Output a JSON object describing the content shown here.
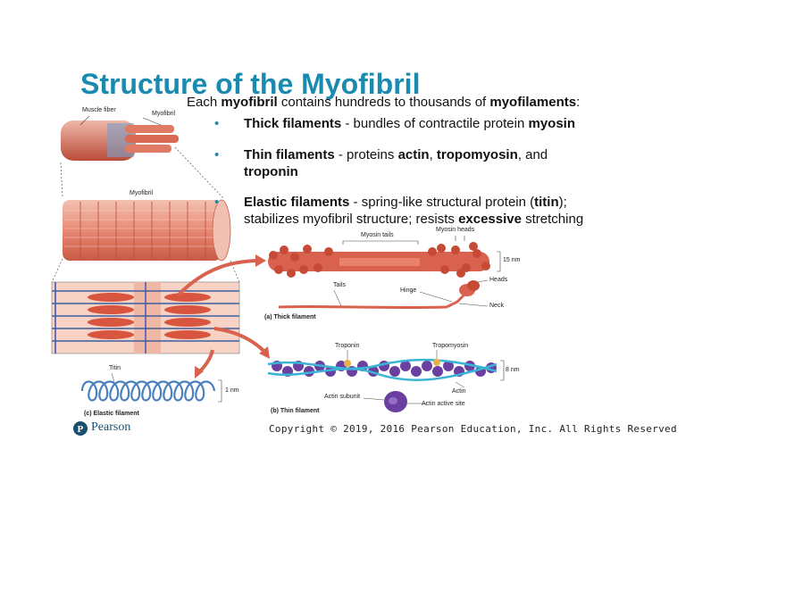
{
  "slide": {
    "title": "Structure of the Myofibril",
    "intro": {
      "pre": "Each ",
      "b1": "myofibril",
      "mid": " contains hundreds to thousands of ",
      "b2": "myofilaments",
      "post": ":"
    },
    "bullets": [
      {
        "b1": "Thick filaments",
        "t1": " - bundles of contractile protein ",
        "b2": "myosin"
      },
      {
        "b1": "Thin filaments",
        "t1": " - proteins ",
        "b2": "actin",
        "t2": ", ",
        "b3": "tropomyosin",
        "t3": ", and",
        "b4": "troponin"
      },
      {
        "b1": "Elastic filaments",
        "t1": " - spring-like structural protein (",
        "b2": "titin",
        "t2": ");",
        "line2a": "stabilizes myofibril structure; resists ",
        "b3": "excessive",
        "line2b": " stretching"
      }
    ],
    "bullet_glyph": "•"
  },
  "figure": {
    "labels": {
      "muscle_fiber": "Muscle fiber",
      "myofibril_top": "Myofibril",
      "myofibril_mid": "Myofibril",
      "myosin_tails": "Myosin tails",
      "myosin_heads": "Myosin heads",
      "thick_width": "15 nm",
      "heads": "Heads",
      "tails": "Tails",
      "hinge": "Hinge",
      "neck": "Neck",
      "thick_caption": "(a) Thick filament",
      "troponin": "Troponin",
      "tropomyosin": "Tropomyosin",
      "thin_width": "8 nm",
      "actin": "Actin",
      "actin_subunit": "Actin subunit",
      "actin_active_site": "Actin active site",
      "thin_caption": "(b) Thin filament",
      "titin": "Titin",
      "elastic_width": "1 nm",
      "elastic_caption": "(c) Elastic filament"
    },
    "colors": {
      "muscle": "#d9624e",
      "myosin": "#d65a46",
      "actin": "#6a3fa0",
      "tropomyosin": "#3bb3d6",
      "troponin": "#e8b04a",
      "titin": "#4a7fc0",
      "accent": "#1a8bb0"
    }
  },
  "footer": {
    "copyright": "Copyright © 2019, 2016 Pearson Education, Inc. All Rights Reserved",
    "brand": "Pearson"
  }
}
